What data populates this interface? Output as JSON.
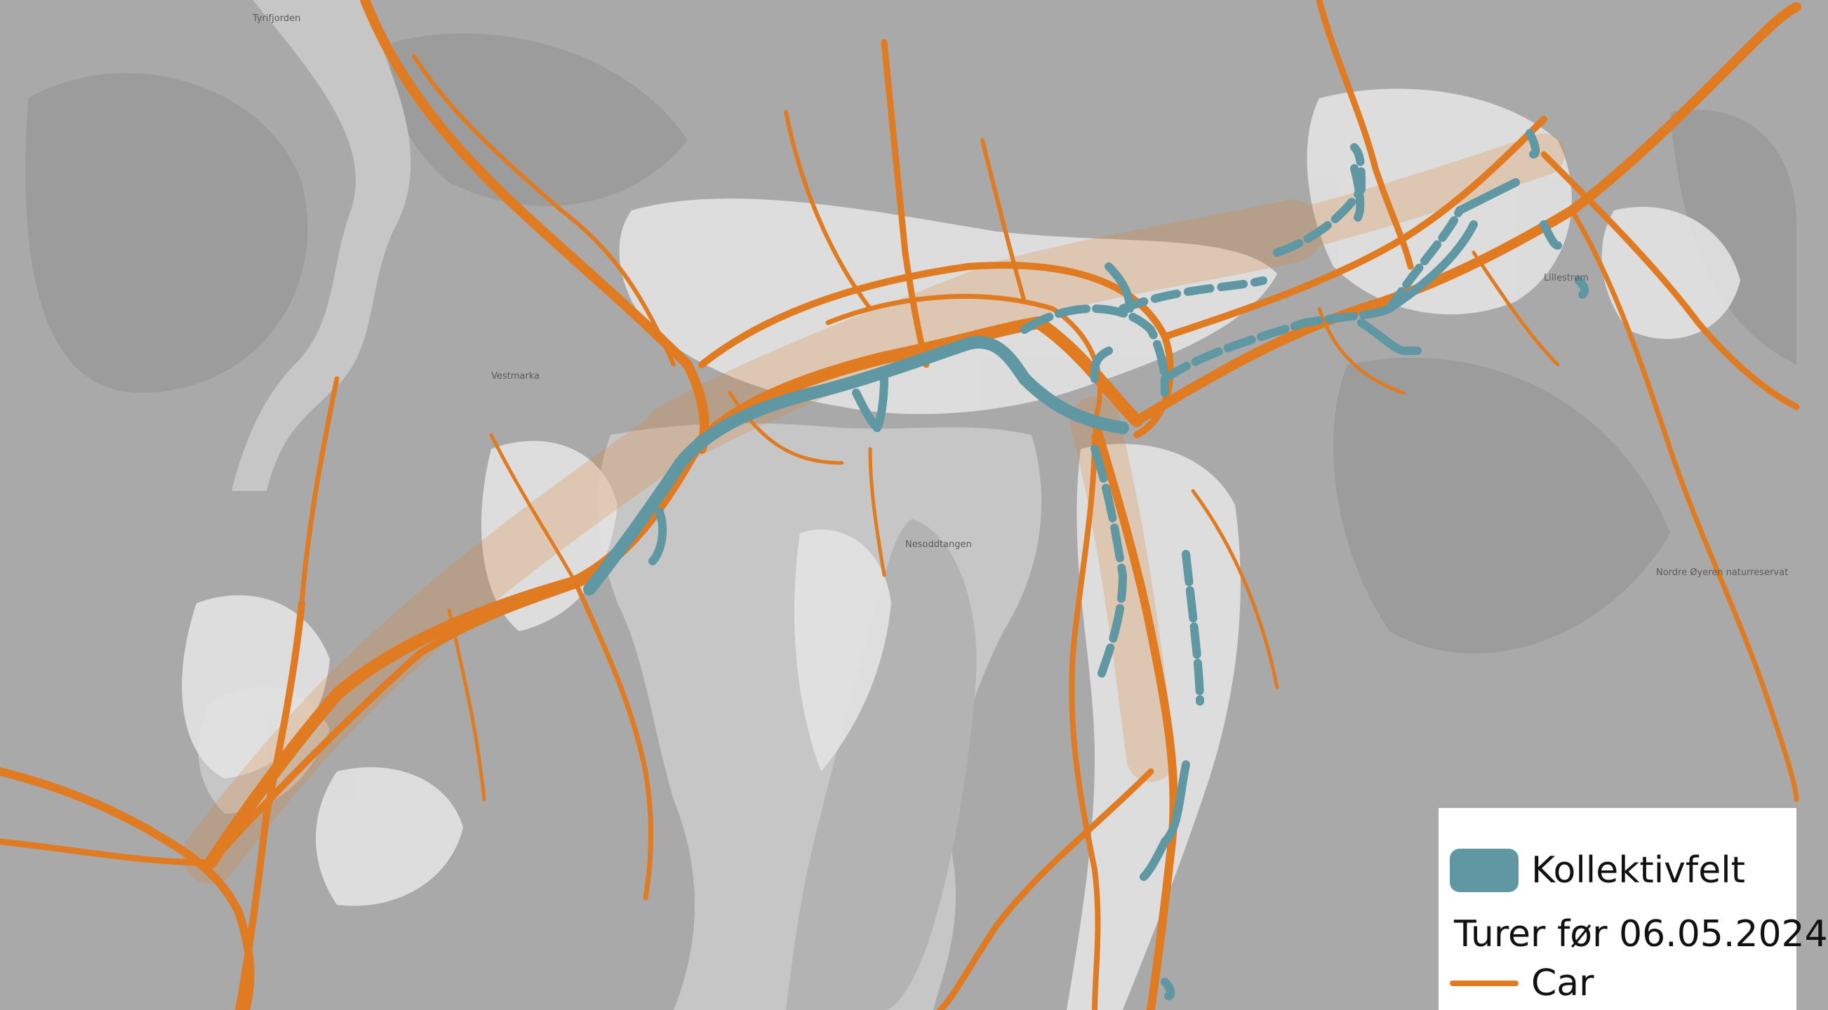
{
  "map": {
    "colors": {
      "land": "#a9a9a9",
      "forest": "#9d9d9d",
      "urban": "#e4e4e4",
      "water": "#c9c9c9",
      "car_route": "#e07b22",
      "bus_lane": "#5f97a3"
    },
    "place_labels": [
      "Tyrifjorden",
      "Vestmarka",
      "Nesoddtangen",
      "Lillestrøm",
      "Nordre Øyeren naturreservat"
    ]
  },
  "legend": {
    "bus_lane_label": "Kollektivfelt",
    "heading": "Turer før 06.05.2024",
    "car_label": "Car",
    "bus_lane_color": "#5f97a3",
    "car_color": "#e07b22"
  }
}
